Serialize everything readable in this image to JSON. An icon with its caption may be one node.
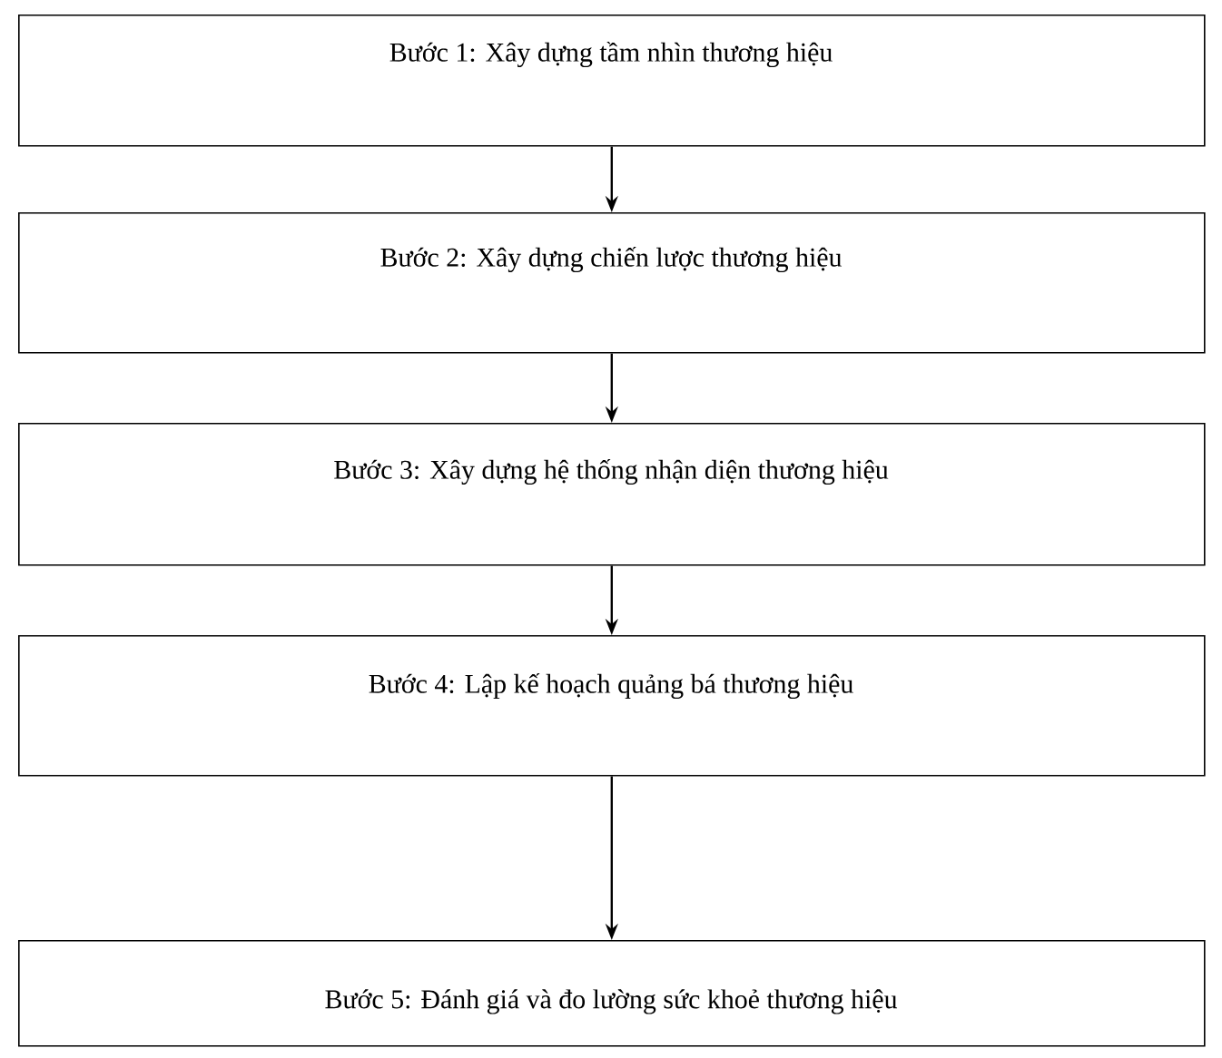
{
  "diagram": {
    "nodes": [
      {
        "text": [
          "Bước 1: Xây dựng tầm nhìn thương hiệu"
        ]
      },
      {
        "text": [
          "Bước 2: Xây dựng chiến lược thương hiệu"
        ]
      },
      {
        "text": [
          "Bước 3: Xây dựng hệ thống nhận diện thương hiệu"
        ]
      },
      {
        "text": [
          "Bước 4: Lập kế hoạch quảng bá thương hiệu"
        ]
      },
      {
        "text": [
          "Bước 5: Đánh giá và đo lường sức khoẻ thương hiệu"
        ]
      }
    ],
    "edges": [
      {
        "from": 0,
        "to": 1,
        "arrow": "to"
      },
      {
        "from": 1,
        "to": 2,
        "arrow": "to"
      },
      {
        "from": 2,
        "to": 3,
        "arrow": "to"
      },
      {
        "from": 3,
        "to": 4,
        "arrow": "to"
      }
    ]
  }
}
